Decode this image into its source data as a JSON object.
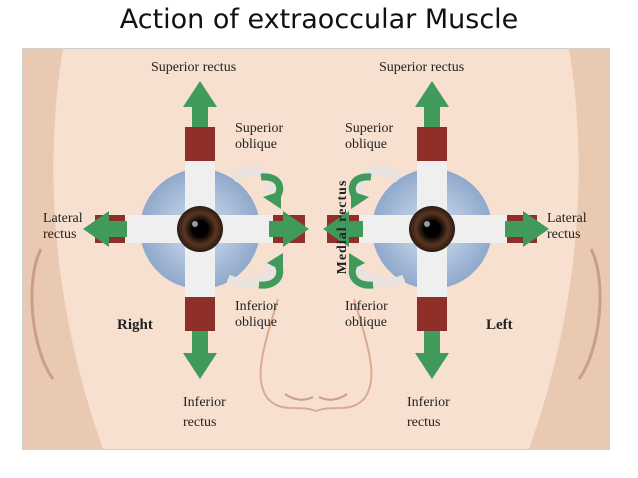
{
  "title": "Action of extraoccular Muscle",
  "sides": {
    "right": "Right",
    "left": "Left"
  },
  "labels": {
    "superior_rectus": "Superior rectus",
    "superior_oblique_1": "Superior",
    "superior_oblique_2": "oblique",
    "inferior_oblique_1": "Inferior",
    "inferior_oblique_2": "oblique",
    "lateral_rectus_1": "Lateral",
    "lateral_rectus_2": "rectus",
    "inferior_rectus_1": "Inferior",
    "inferior_rectus_2": "rectus",
    "medial_rectus": "Medial rectus"
  },
  "colors": {
    "skin": "#f3d8c4",
    "arrow": "#3f9a5c",
    "muscle": "#8f2f2a",
    "tendon": "#f2f2f2",
    "iris": "#4a2c1c"
  }
}
